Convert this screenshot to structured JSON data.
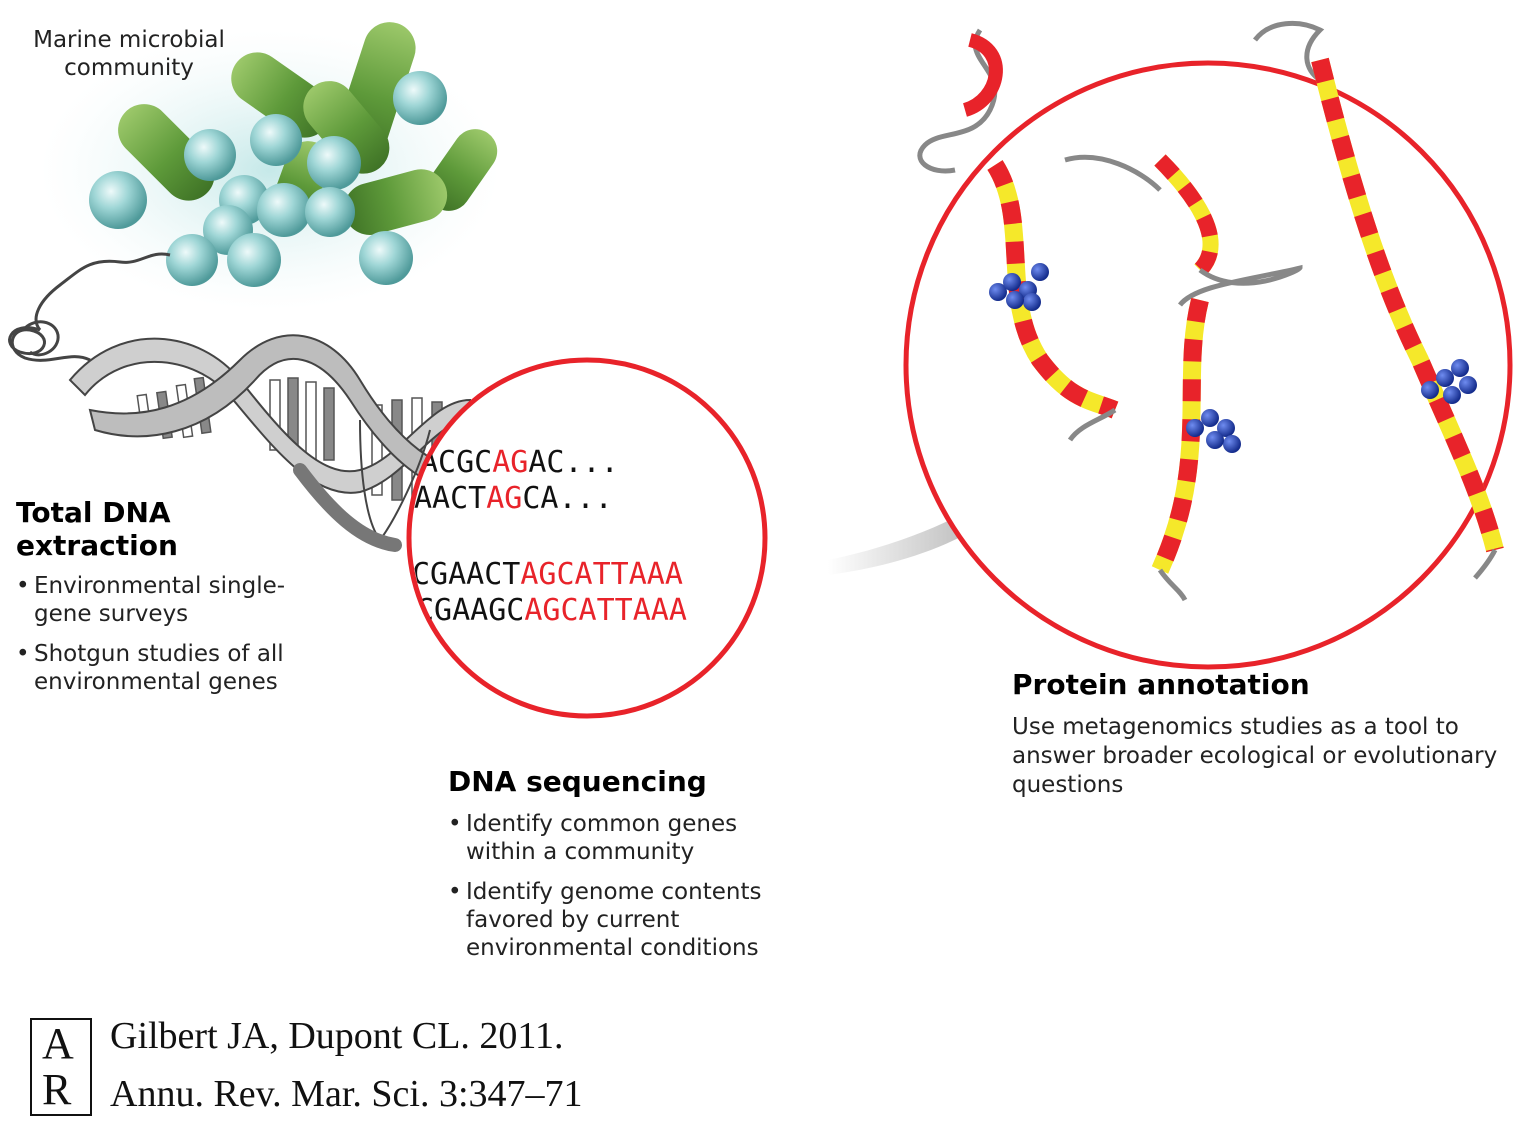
{
  "community_label": "Marine microbial community",
  "total_dna": {
    "heading": "Total DNA extraction",
    "bullets": [
      "Environmental single-gene surveys",
      "Shotgun studies of all environmental genes"
    ]
  },
  "sequencing": {
    "heading": "DNA sequencing",
    "bullets": [
      "Identify common genes within a community",
      "Identify genome contents favored by current environmental conditions"
    ],
    "lines": [
      {
        "black": "ACGC",
        "red": "AG",
        "tail": "AC..."
      },
      {
        "black": "AACT",
        "red": "AG",
        "tail": "CA..."
      },
      {
        "black": "CGAACT",
        "red": "AGCATTAAA",
        "tail": ""
      },
      {
        "black": "CGAAGC",
        "red": "AGCATTAAA",
        "tail": ""
      }
    ]
  },
  "protein": {
    "heading": "Protein annotation",
    "description": "Use metagenomics studies as a tool to answer broader ecological or evolutionary questions"
  },
  "citation": {
    "line1": "Gilbert JA, Dupont CL. 2011.",
    "line2": "Annu. Rev. Mar. Sci. 3:347–71",
    "logo_top": "A",
    "logo_bottom": "R"
  },
  "colors": {
    "accent_red": "#e8232a",
    "helix_yellow": "#f5e82a",
    "bacteria_green": "#5e9a3a",
    "cocci_teal": "#8fcfcf",
    "ligand_blue": "#1f3ea8"
  }
}
